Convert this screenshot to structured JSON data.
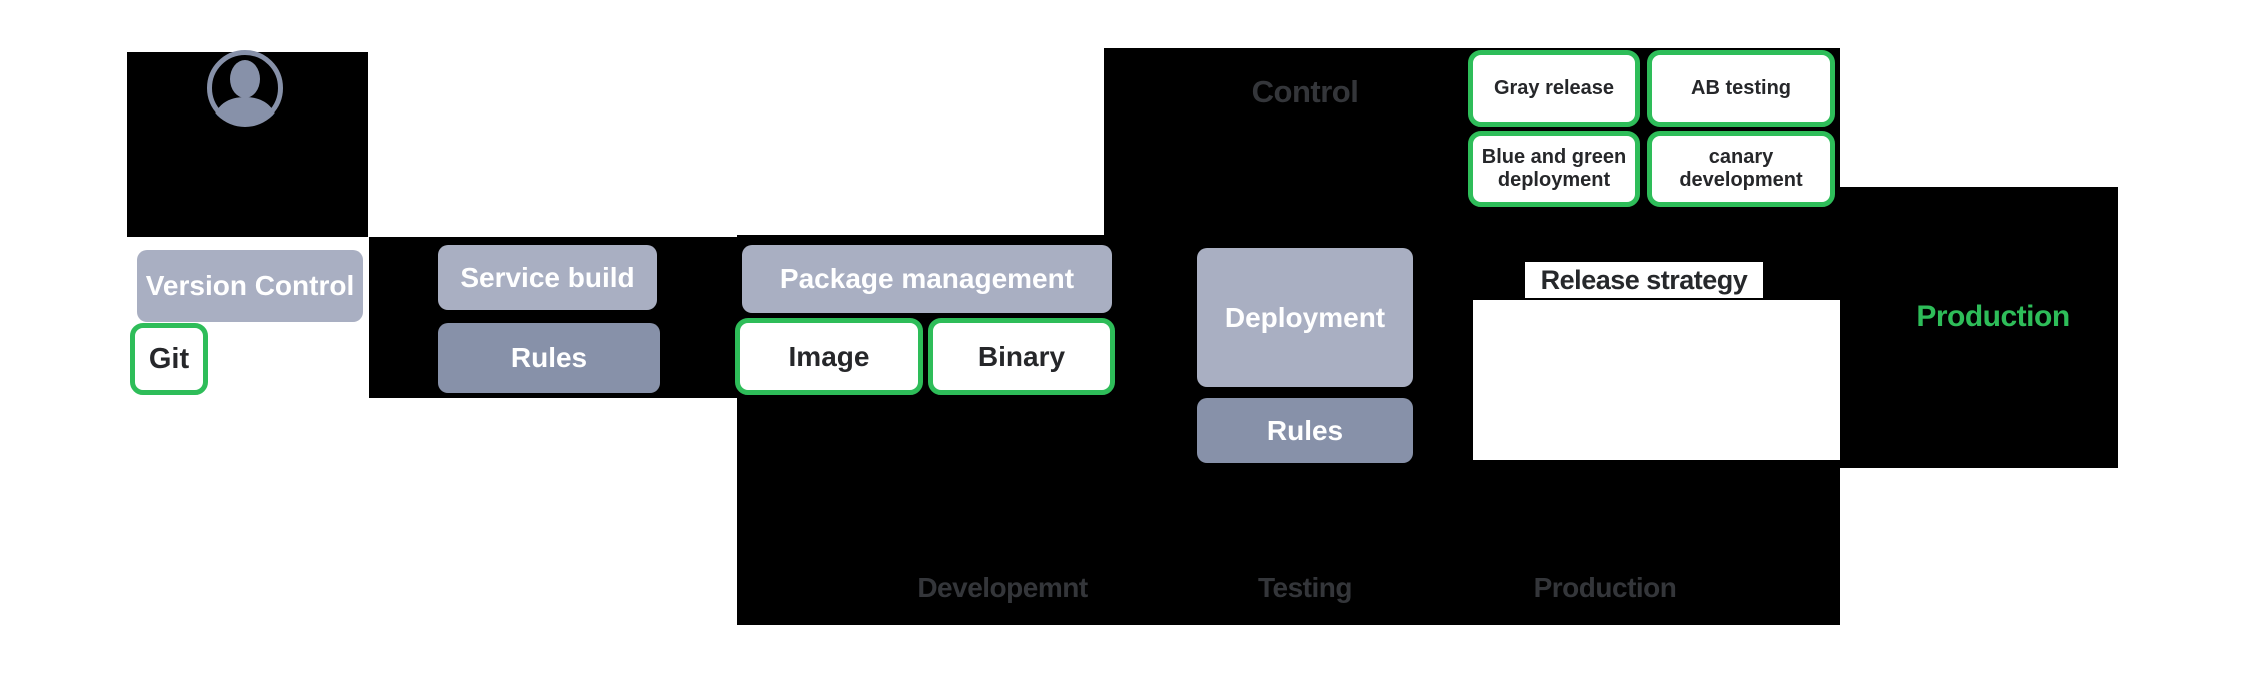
{
  "colors": {
    "accent_green": "#2ebd59",
    "node_gray_light": "#a9afc2",
    "node_gray_slate": "#8791a9",
    "panel_black": "#000000",
    "dim_label": "#34363a"
  },
  "avatar": {
    "icon": "user-avatar-icon"
  },
  "pipeline": {
    "version_control": {
      "title": "Version Control",
      "node": "Git"
    },
    "service_build": {
      "title": "Service build",
      "rules": "Rules"
    },
    "package_management": {
      "title": "Package management",
      "image": "Image",
      "binary": "Binary"
    },
    "deployment": {
      "title": "Deployment",
      "rules": "Rules"
    }
  },
  "control": {
    "title": "Control"
  },
  "release": {
    "title": "Release strategy",
    "strategies": [
      "Gray release",
      "AB testing",
      "Blue and green deployment",
      "canary development"
    ]
  },
  "production": {
    "title": "Production"
  },
  "environments": {
    "development": "Developemnt",
    "testing": "Testing",
    "production": "Production"
  }
}
